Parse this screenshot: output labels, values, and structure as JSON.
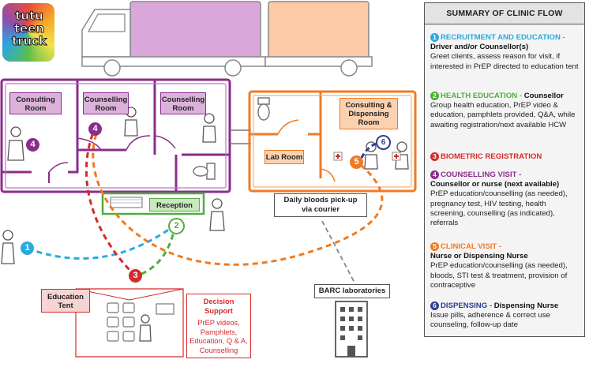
{
  "logo": {
    "line1": "tutu",
    "line2": "teen",
    "line3": "truck"
  },
  "rooms": {
    "consulting_room": "Consulting Room",
    "counselling_room_1": "Counselling Room",
    "counselling_room_2": "Counselling Room",
    "consulting_dispensing_room": "Consulting & Dispensing Room",
    "lab_room": "Lab Room",
    "reception": "Reception",
    "education_tent": "Education Tent"
  },
  "courier_label": "Daily bloods pick-up via courier",
  "barc_label": "BARC laboratories",
  "decision_support": {
    "title": "Decision Support",
    "body": "PrEP videos, Pamphlets, Education, Q & A, Counselling"
  },
  "markers": [
    "1",
    "2",
    "3",
    "4",
    "5",
    "6",
    "4"
  ],
  "summary": {
    "title": "SUMMARY OF CLINIC FLOW",
    "steps": [
      {
        "num": "1",
        "title": "RECRUITMENT AND EDUCATION -",
        "staff": "Driver and/or Counsellor(s)",
        "desc": "Greet clients, assess reason for visit, if interested in PrEP directed to education tent",
        "color": "#29a9df"
      },
      {
        "num": "2",
        "title": "HEALTH EDUCATION - ",
        "staff": "Counsellor",
        "desc": "Group health education, PrEP video & education, pamphlets provided, Q&A, while awaiting registration/next available HCW",
        "color": "#4fae3c"
      },
      {
        "num": "3",
        "title": "BIOMETRIC REGISTRATION",
        "staff": "",
        "desc": "",
        "color": "#d42a2a"
      },
      {
        "num": "4",
        "title": "COUNSELLING VISIT -",
        "staff": "Counsellor or nurse (next available)",
        "desc": "PrEP education/counselling (as needed), pregnancy test, HIV testing, health screening, counselling (as indicated), referrals",
        "color": "#8b2c8c"
      },
      {
        "num": "5",
        "title": "CLINICAL VISIT -",
        "staff": "Nurse or Dispensing Nurse",
        "desc": "PrEP education/counselling (as needed), bloods, STI test & treatment, provision of contraceptive",
        "color": "#f07a21"
      },
      {
        "num": "6",
        "title": "DISPENSING - ",
        "staff": "Dispensing Nurse",
        "desc": "Issue pills, adherence & correct use counseling, follow-up date",
        "color": "#2f3e8f"
      }
    ]
  },
  "colors": {
    "purple": "#8b2c8c",
    "orange": "#f07a21",
    "green": "#4fae3c",
    "red": "#d42a2a",
    "blue": "#29a9df",
    "navy": "#2f3e8f"
  }
}
